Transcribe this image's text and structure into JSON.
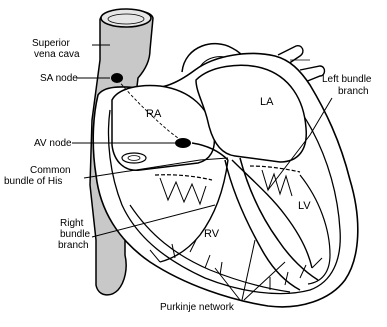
{
  "labels": {
    "superior_vena_cava_line1": "Superior",
    "superior_vena_cava_line2": "vena cava",
    "sa_node": "SA node",
    "av_node": "AV node",
    "common_bundle_line1": "Common",
    "common_bundle_line2": "bundle of His",
    "right_bundle_line1": "Right",
    "right_bundle_line2": "bundle",
    "right_bundle_line3": "branch",
    "left_bundle_line1": "Left bundle",
    "left_bundle_line2": "branch",
    "purkinje": "Purkinje network"
  },
  "chambers": {
    "ra": "RA",
    "la": "LA",
    "rv": "RV",
    "lv": "LV"
  }
}
